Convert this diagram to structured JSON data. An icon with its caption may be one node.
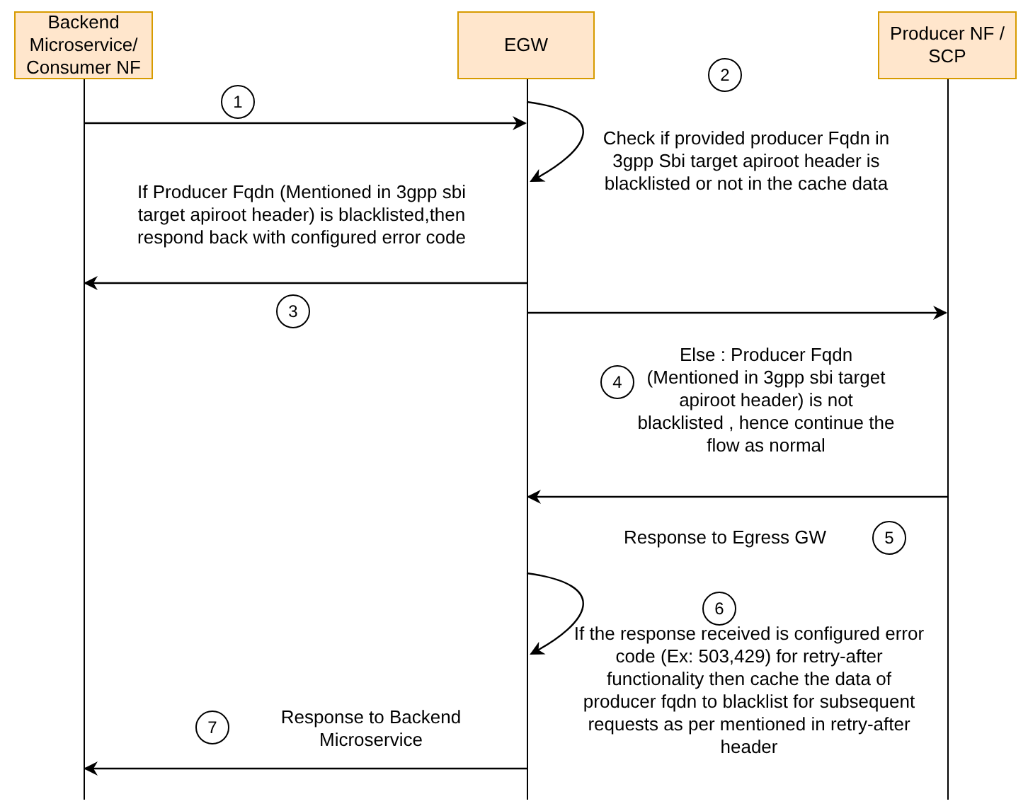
{
  "diagram": {
    "nodes": [
      {
        "text": [
          "Backend Microservice/ Consumer NF"
        ]
      },
      {
        "text": [
          "EGW"
        ]
      },
      {
        "text": [
          "Producer NF / SCP"
        ]
      },
      {
        "text": [
          "1"
        ]
      },
      {
        "text": [
          "2"
        ]
      },
      {
        "text": [
          "3"
        ]
      },
      {
        "text": [
          "4"
        ]
      },
      {
        "text": [
          "5"
        ]
      },
      {
        "text": [
          "6"
        ]
      },
      {
        "text": [
          "7"
        ]
      }
    ],
    "edges": [
      {
        "from": 0,
        "to": 1,
        "arrow": "to"
      },
      {
        "from": 1,
        "to": 1,
        "arrow": "to"
      },
      {
        "from": 1,
        "to": 0,
        "arrow": "to"
      },
      {
        "from": 1,
        "to": 2,
        "arrow": "to"
      },
      {
        "from": 2,
        "to": 1,
        "arrow": "to"
      },
      {
        "from": 1,
        "to": 1,
        "arrow": "to"
      },
      {
        "from": 1,
        "to": 0,
        "arrow": "to"
      }
    ],
    "labels": [
      "Check if provided producer Fqdn in 3gpp Sbi target apiroot header is blacklisted or not in the cache data",
      "If Producer Fqdn (Mentioned in 3gpp sbi target apiroot header) is blacklisted,then respond back with configured error code",
      "Else : Producer Fqdn (Mentioned in 3gpp sbi target apiroot header) is not blacklisted , hence continue the flow as normal",
      "Response to Egress GW",
      "If the response received is configured error code (Ex: 503,429) for retry-after functionality then cache the data of producer fqdn to blacklist for subsequent requests as per mentioned in retry-after header",
      "Response to Backend Microservice"
    ]
  }
}
